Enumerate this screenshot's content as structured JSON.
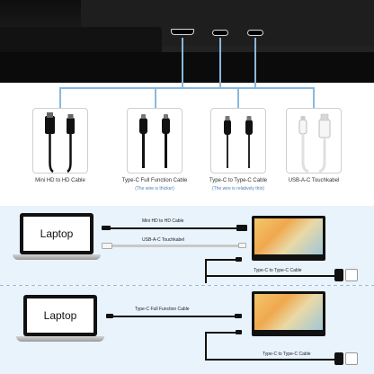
{
  "cables": [
    {
      "label": "Mini HD to HD Cable",
      "note": "",
      "icon": "hdmi-cable-icon",
      "color": "#111111"
    },
    {
      "label": "Type-C  Full Function Cable",
      "note": "(The wire is thicker)",
      "icon": "type-c-full-cable-icon",
      "color": "#111111"
    },
    {
      "label": "Type-C to Type-C Cable",
      "note": "(The wire is relatively thin)",
      "icon": "type-c-cable-icon",
      "color": "#111111"
    },
    {
      "label": "USB-A-C Touchkabel",
      "note": "",
      "icon": "usb-a-c-cable-icon",
      "color": "#ffffff"
    }
  ],
  "diagram_top": {
    "laptop_label": "Laptop",
    "cable1": "Mini HD to HD Cable",
    "cable2": "USB-A-C Touchkabel",
    "power_cable": "Type-C to Type-C Cable"
  },
  "diagram_bottom": {
    "laptop_label": "Laptop",
    "cable1": "Type-C  Full Function Cable",
    "power_cable": "Type-C to Type-C Cable"
  },
  "colors": {
    "accent": "#4a7fb8",
    "panel": "#e9f3fc",
    "lead": "#88b8e0"
  }
}
